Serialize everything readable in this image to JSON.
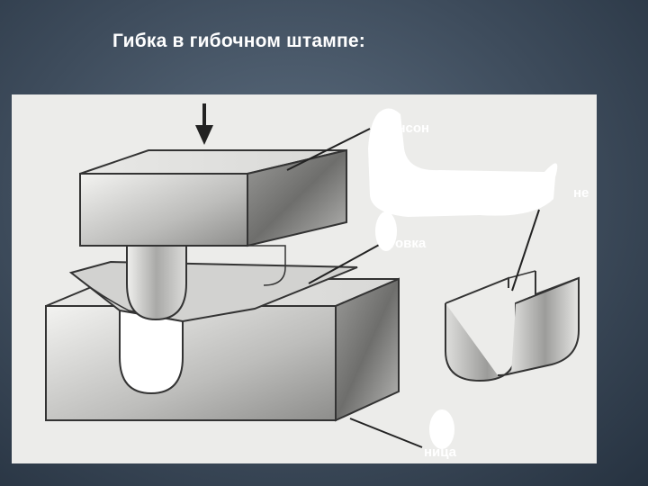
{
  "slide": {
    "title": "Гибка в гибочном штампе:"
  },
  "figure": {
    "labels": {
      "punch": "уансон",
      "blank": "отовка",
      "part": "не",
      "die": "ница"
    }
  }
}
